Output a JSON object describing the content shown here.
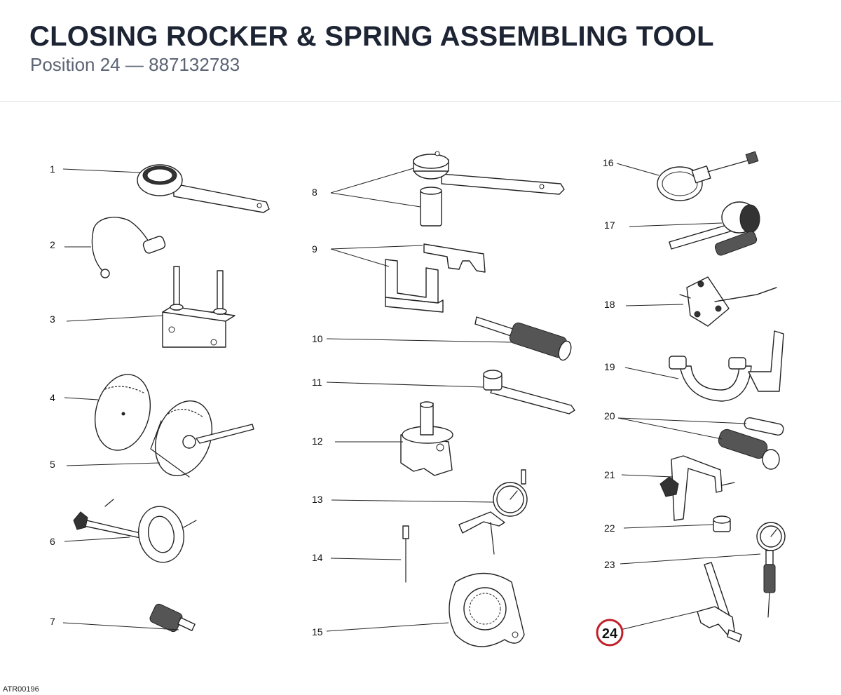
{
  "header": {
    "title": "CLOSING ROCKER & SPRING ASSEMBLING TOOL",
    "subtitle": "Position 24 — 887132783"
  },
  "footer": {
    "drawing_code": "ATR00196"
  },
  "highlight": {
    "position": "24",
    "color": "#c0202a"
  },
  "callouts": [
    "1",
    "2",
    "3",
    "4",
    "5",
    "6",
    "7",
    "8",
    "9",
    "10",
    "11",
    "12",
    "13",
    "14",
    "15",
    "16",
    "17",
    "18",
    "19",
    "20",
    "21",
    "22",
    "23",
    "24"
  ]
}
